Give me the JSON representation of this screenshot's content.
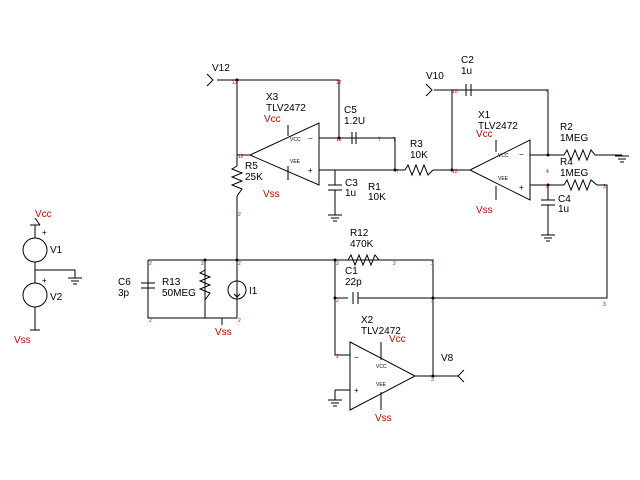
{
  "opamps": {
    "x3": {
      "name": "X3",
      "model": "TLV2472",
      "vcc": "Vcc",
      "vss": "Vss"
    },
    "x1": {
      "name": "X1",
      "model": "TLV2472",
      "vcc": "Vcc",
      "vss": "Vss"
    },
    "x2": {
      "name": "X2",
      "model": "TLV2472",
      "vcc": "Vcc",
      "vss": "Vss"
    },
    "pin_vcc": "VCC",
    "pin_vee": "VEE",
    "plus": "+",
    "minus": "−"
  },
  "components": {
    "c5": {
      "name": "C5",
      "value": "1.2U"
    },
    "c3": {
      "name": "C3",
      "value": "1u"
    },
    "r1": {
      "name": "R1",
      "value": "10K"
    },
    "r3": {
      "name": "R3",
      "value": "10K"
    },
    "r5": {
      "name": "R5",
      "value": "25K"
    },
    "c2": {
      "name": "C2",
      "value": "1u"
    },
    "r2": {
      "name": "R2",
      "value": "1MEG"
    },
    "r4": {
      "name": "R4",
      "value": "1MEG"
    },
    "c4": {
      "name": "C4",
      "value": "1u"
    },
    "r12": {
      "name": "R12",
      "value": "470K"
    },
    "c1": {
      "name": "C1",
      "value": "22p"
    },
    "c6": {
      "name": "C6",
      "value": "3p"
    },
    "r13": {
      "name": "R13",
      "value": "50MEG"
    },
    "i1": {
      "name": "I1"
    },
    "v1": {
      "name": "V1"
    },
    "v2": {
      "name": "V2"
    }
  },
  "nets": {
    "v12": "V12",
    "v10": "V10",
    "v8": "V8",
    "vcc": "Vcc",
    "vss": "Vss"
  },
  "nodes": {
    "n12": "12",
    "n7": "7",
    "n10": "10",
    "n4": "4",
    "n5": "5",
    "n2": "2",
    "n3": "3"
  }
}
